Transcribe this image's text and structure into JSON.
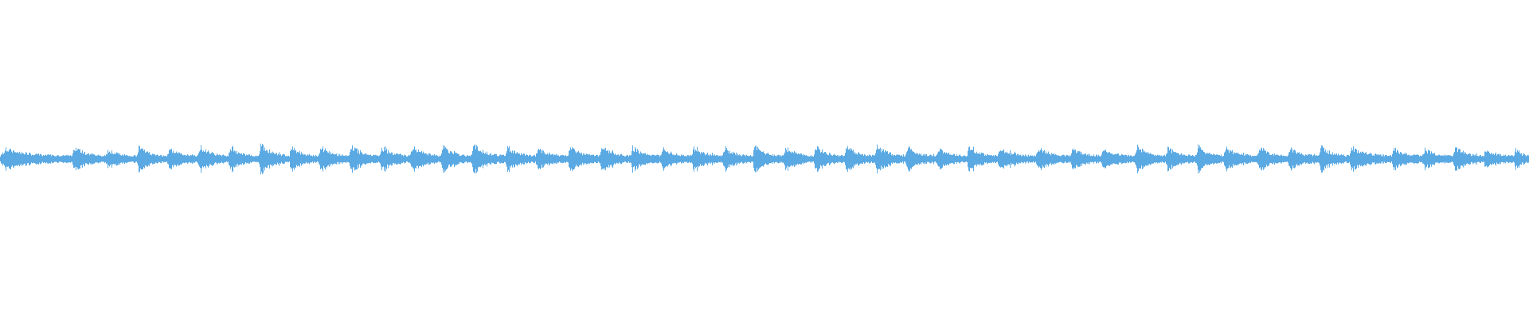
{
  "waveform": {
    "color": "#5AA9E3",
    "background": "#FFFFFF",
    "beat_onsets": [
      0.0,
      0.047,
      0.069,
      0.089,
      0.109,
      0.129,
      0.149,
      0.169,
      0.189,
      0.208,
      0.228,
      0.248,
      0.268,
      0.288,
      0.308,
      0.33,
      0.35,
      0.371,
      0.392,
      0.412,
      0.432,
      0.452,
      0.472,
      0.492,
      0.512,
      0.532,
      0.552,
      0.572,
      0.592,
      0.612,
      0.632,
      0.652,
      0.677,
      0.7,
      0.72,
      0.742,
      0.762,
      0.782,
      0.8,
      0.822,
      0.842,
      0.862,
      0.882,
      0.91,
      0.93,
      0.95,
      0.97,
      0.99
    ],
    "beat_peaks": [
      0.35,
      0.4,
      0.33,
      0.42,
      0.36,
      0.45,
      0.4,
      0.52,
      0.44,
      0.43,
      0.47,
      0.42,
      0.45,
      0.44,
      0.49,
      0.43,
      0.38,
      0.4,
      0.44,
      0.41,
      0.36,
      0.4,
      0.38,
      0.45,
      0.4,
      0.43,
      0.45,
      0.47,
      0.41,
      0.39,
      0.43,
      0.34,
      0.4,
      0.38,
      0.35,
      0.44,
      0.39,
      0.45,
      0.38,
      0.42,
      0.38,
      0.45,
      0.4,
      0.37,
      0.34,
      0.39,
      0.33,
      0.35
    ],
    "base_level": 0.1,
    "max_amplitude": 0.12
  }
}
